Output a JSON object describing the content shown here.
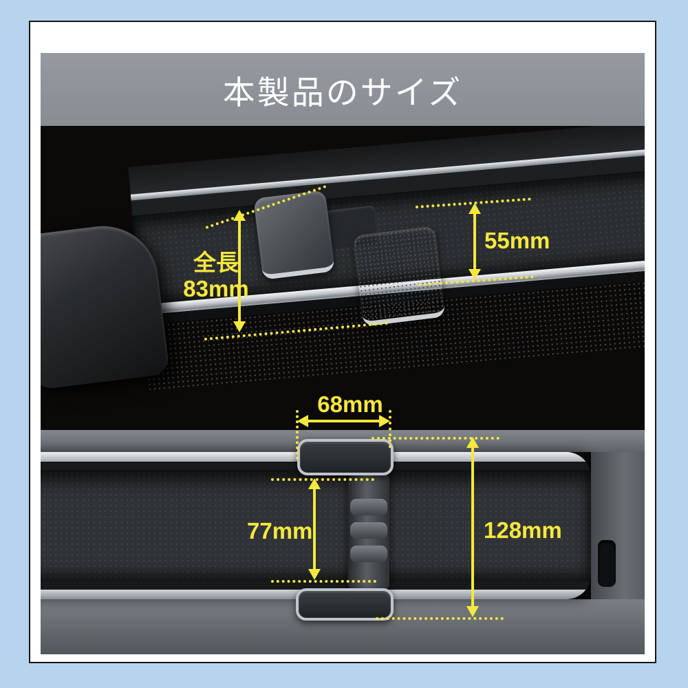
{
  "title_bar": {
    "title": "本製品のサイズ"
  },
  "side_view_dimensions": {
    "total_length_line1": "全長",
    "total_length_line2": "83mm",
    "holder_height": "55mm"
  },
  "top_view_dimensions": {
    "holder_width": "68mm",
    "tray_inner_width": "77mm",
    "tray_overall_length": "128mm"
  },
  "colors": {
    "page_background": "#b7d3ee",
    "card_background": "#ffffff",
    "card_border": "#151515",
    "header_background": "#8e9399",
    "header_text": "#ffffff",
    "photo_background": "#0c0a08",
    "dimension_accent": "#f6e73f"
  }
}
